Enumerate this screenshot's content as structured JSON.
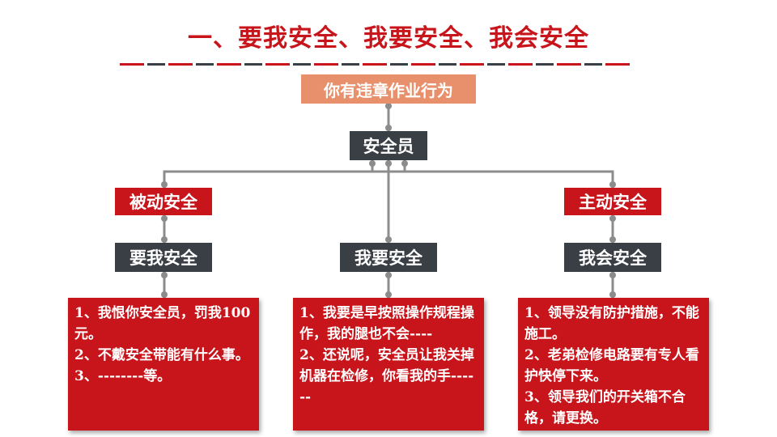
{
  "title": "一、要我安全、我要安全、我会安全",
  "colors": {
    "red": "#c8141b",
    "dark": "#3a3e45",
    "salmon": "#e8906b",
    "connector": "#8c8c8c"
  },
  "top_box": "你有违章作业行为",
  "middle_box": "安全员",
  "passive": "被动安全",
  "active": "主动安全",
  "branches": [
    "要我安全",
    "我要安全",
    "我会安全"
  ],
  "cards": [
    {
      "lines": [
        "1、我恨你安全员，罚我100元。",
        "2、不戴安全带能有什么事。",
        "3、--------等。"
      ]
    },
    {
      "lines": [
        "1、我要是早按照操作规程操作，我的腿也不会----",
        "2、还说呢，安全员让我关掉机器在检修，你看我的手------"
      ]
    },
    {
      "lines": [
        "1、领导没有防护措施，不能施工。",
        "2、老弟检修电路要有专人看护快停下来。",
        "3、领导我们的开关箱不合格，请更换。"
      ]
    }
  ]
}
